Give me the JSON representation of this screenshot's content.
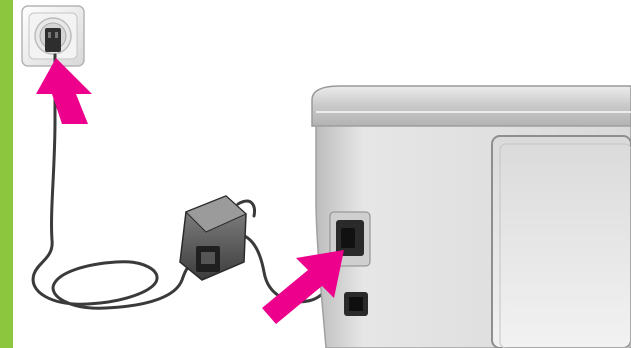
{
  "accent_color": "#8cc63f",
  "arrow_color": "#ec008c",
  "cable_color": "#3a3a3a",
  "printer_body_color": "#dcdcdc",
  "components": {
    "wall_outlet": "wall-outlet",
    "power_adapter": "power-adapter",
    "printer": "printer-rear",
    "power_port": "printer-power-port",
    "usb_port": "printer-usb-port"
  },
  "arrows": [
    "arrow-into-outlet",
    "arrow-into-printer-port"
  ]
}
